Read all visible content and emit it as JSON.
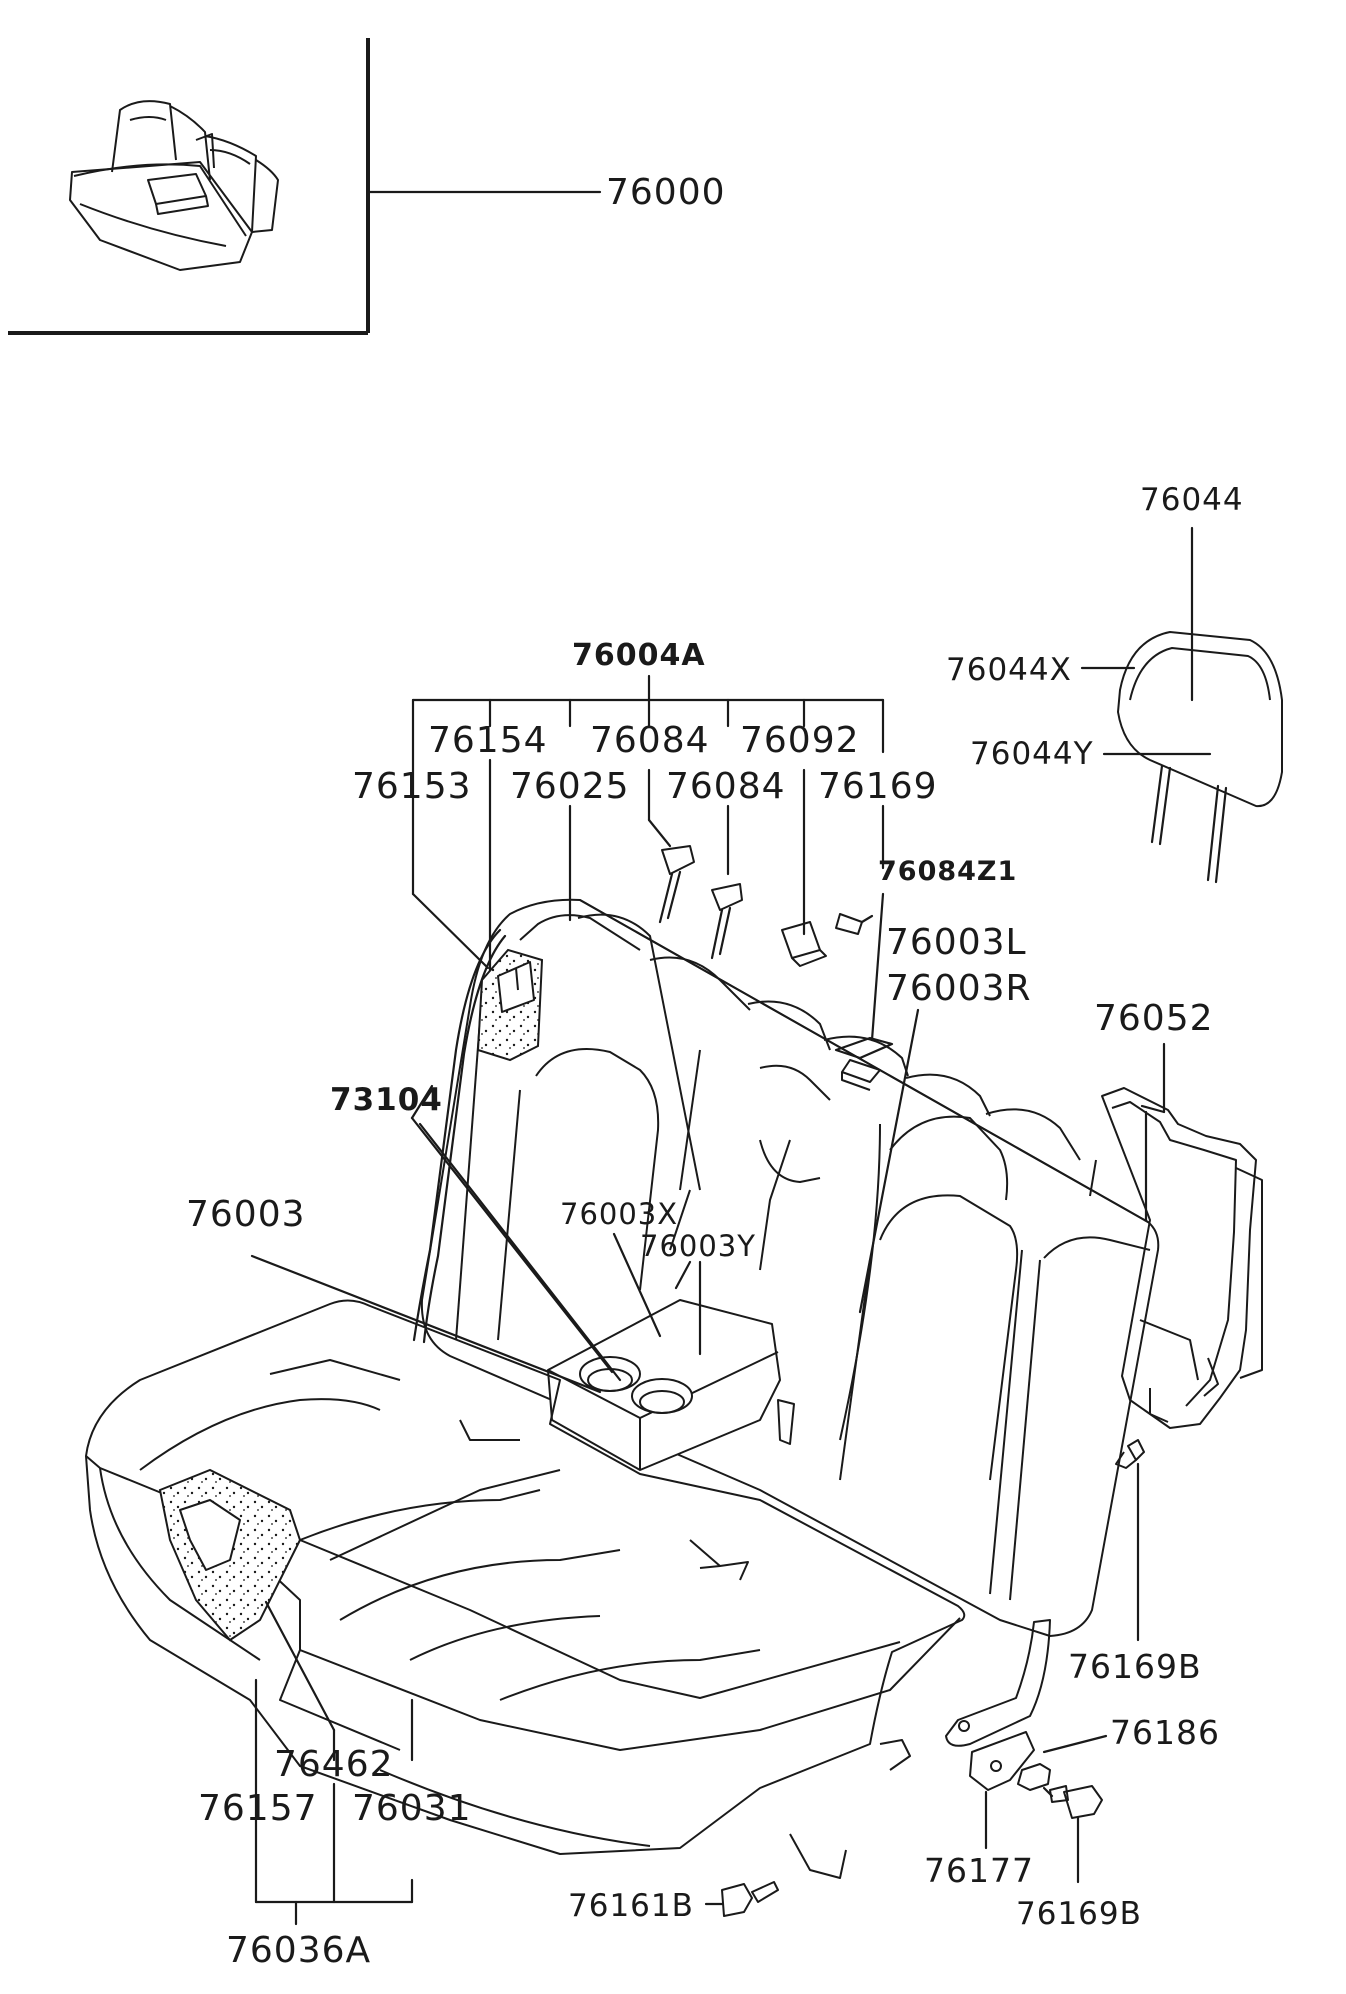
{
  "labels": {
    "assy": "76000",
    "p76044": "76044",
    "p76044X": "76044X",
    "p76044Y": "76044Y",
    "p76004A": "76004A",
    "p76154": "76154",
    "p76084a": "76084",
    "p76092": "76092",
    "p76153": "76153",
    "p76025": "76025",
    "p76084b": "76084",
    "p76169": "76169",
    "p76084Z1": "76084Z1",
    "p76003L": "76003L",
    "p76003R": "76003R",
    "p76052": "76052",
    "p73104": "73104",
    "p76003": "76003",
    "p76003X": "76003X",
    "p76003Y": "76003Y",
    "p76169B_a": "76169B",
    "p76186": "76186",
    "p76462": "76462",
    "p76157": "76157",
    "p76031": "76031",
    "p76036A": "76036A",
    "p76161B": "76161B",
    "p76177": "76177",
    "p76169B_b": "76169B"
  }
}
